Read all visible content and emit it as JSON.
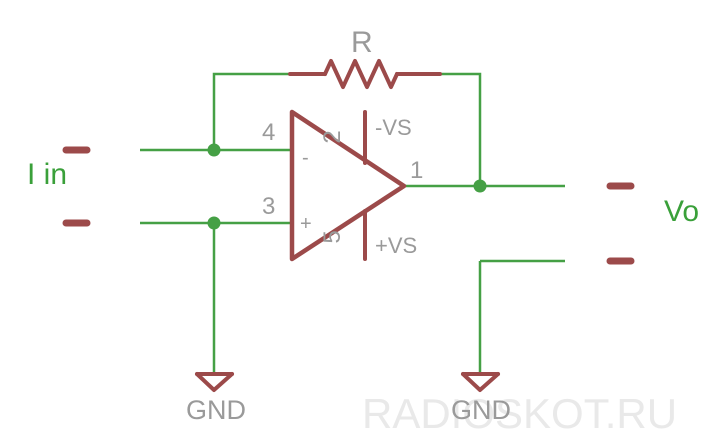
{
  "labels": {
    "resistor": "R",
    "input": "I in",
    "output": "Vo",
    "pin_inverting_num": "4",
    "pin_noninverting_num": "3",
    "pin_output_num": "1",
    "pin_neg_supply_num": "2",
    "pin_pos_supply_num": "5",
    "neg_supply": "-VS",
    "pos_supply": "+VS",
    "minus_sign": "-",
    "plus_sign": "+",
    "gnd_left": "GND",
    "gnd_right": "GND"
  },
  "watermark": "RADIOSKOT.RU",
  "colors": {
    "wire": "#45a045",
    "component": "#9c4a4a",
    "label_gray": "#9a9a9a",
    "label_green": "#3aa03a"
  }
}
